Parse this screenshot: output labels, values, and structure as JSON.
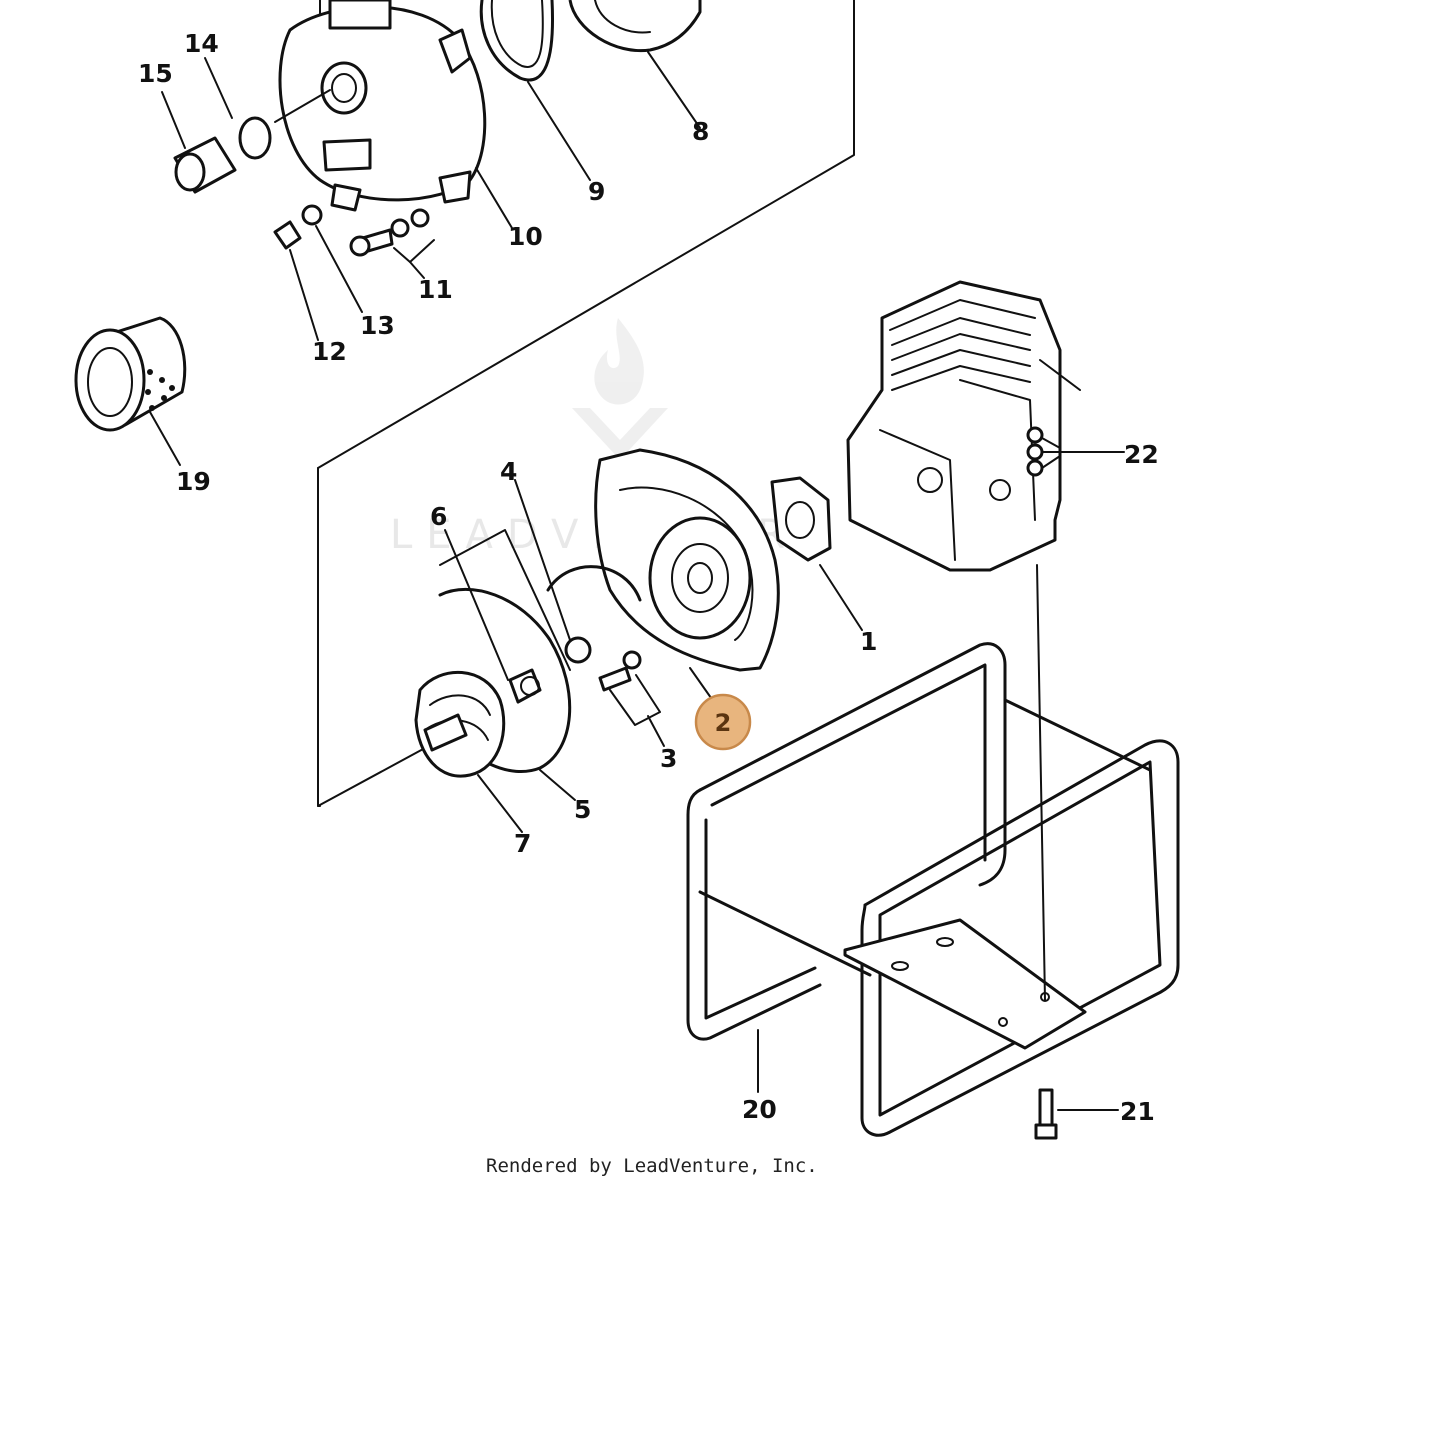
{
  "watermark": {
    "text": "LEADVENTURE"
  },
  "highlight": {
    "label": "2",
    "color": "#e8b57e",
    "border": "#c8894a"
  },
  "credit": "Rendered by LeadVenture, Inc.",
  "callouts": {
    "c1": "1",
    "c3": "3",
    "c4": "4",
    "c5": "5",
    "c6": "6",
    "c7": "7",
    "c8": "8",
    "c9": "9",
    "c10": "10",
    "c11": "11",
    "c12": "12",
    "c13": "13",
    "c14": "14",
    "c15": "15",
    "c19": "19",
    "c20": "20",
    "c21": "21",
    "c22": "22"
  }
}
